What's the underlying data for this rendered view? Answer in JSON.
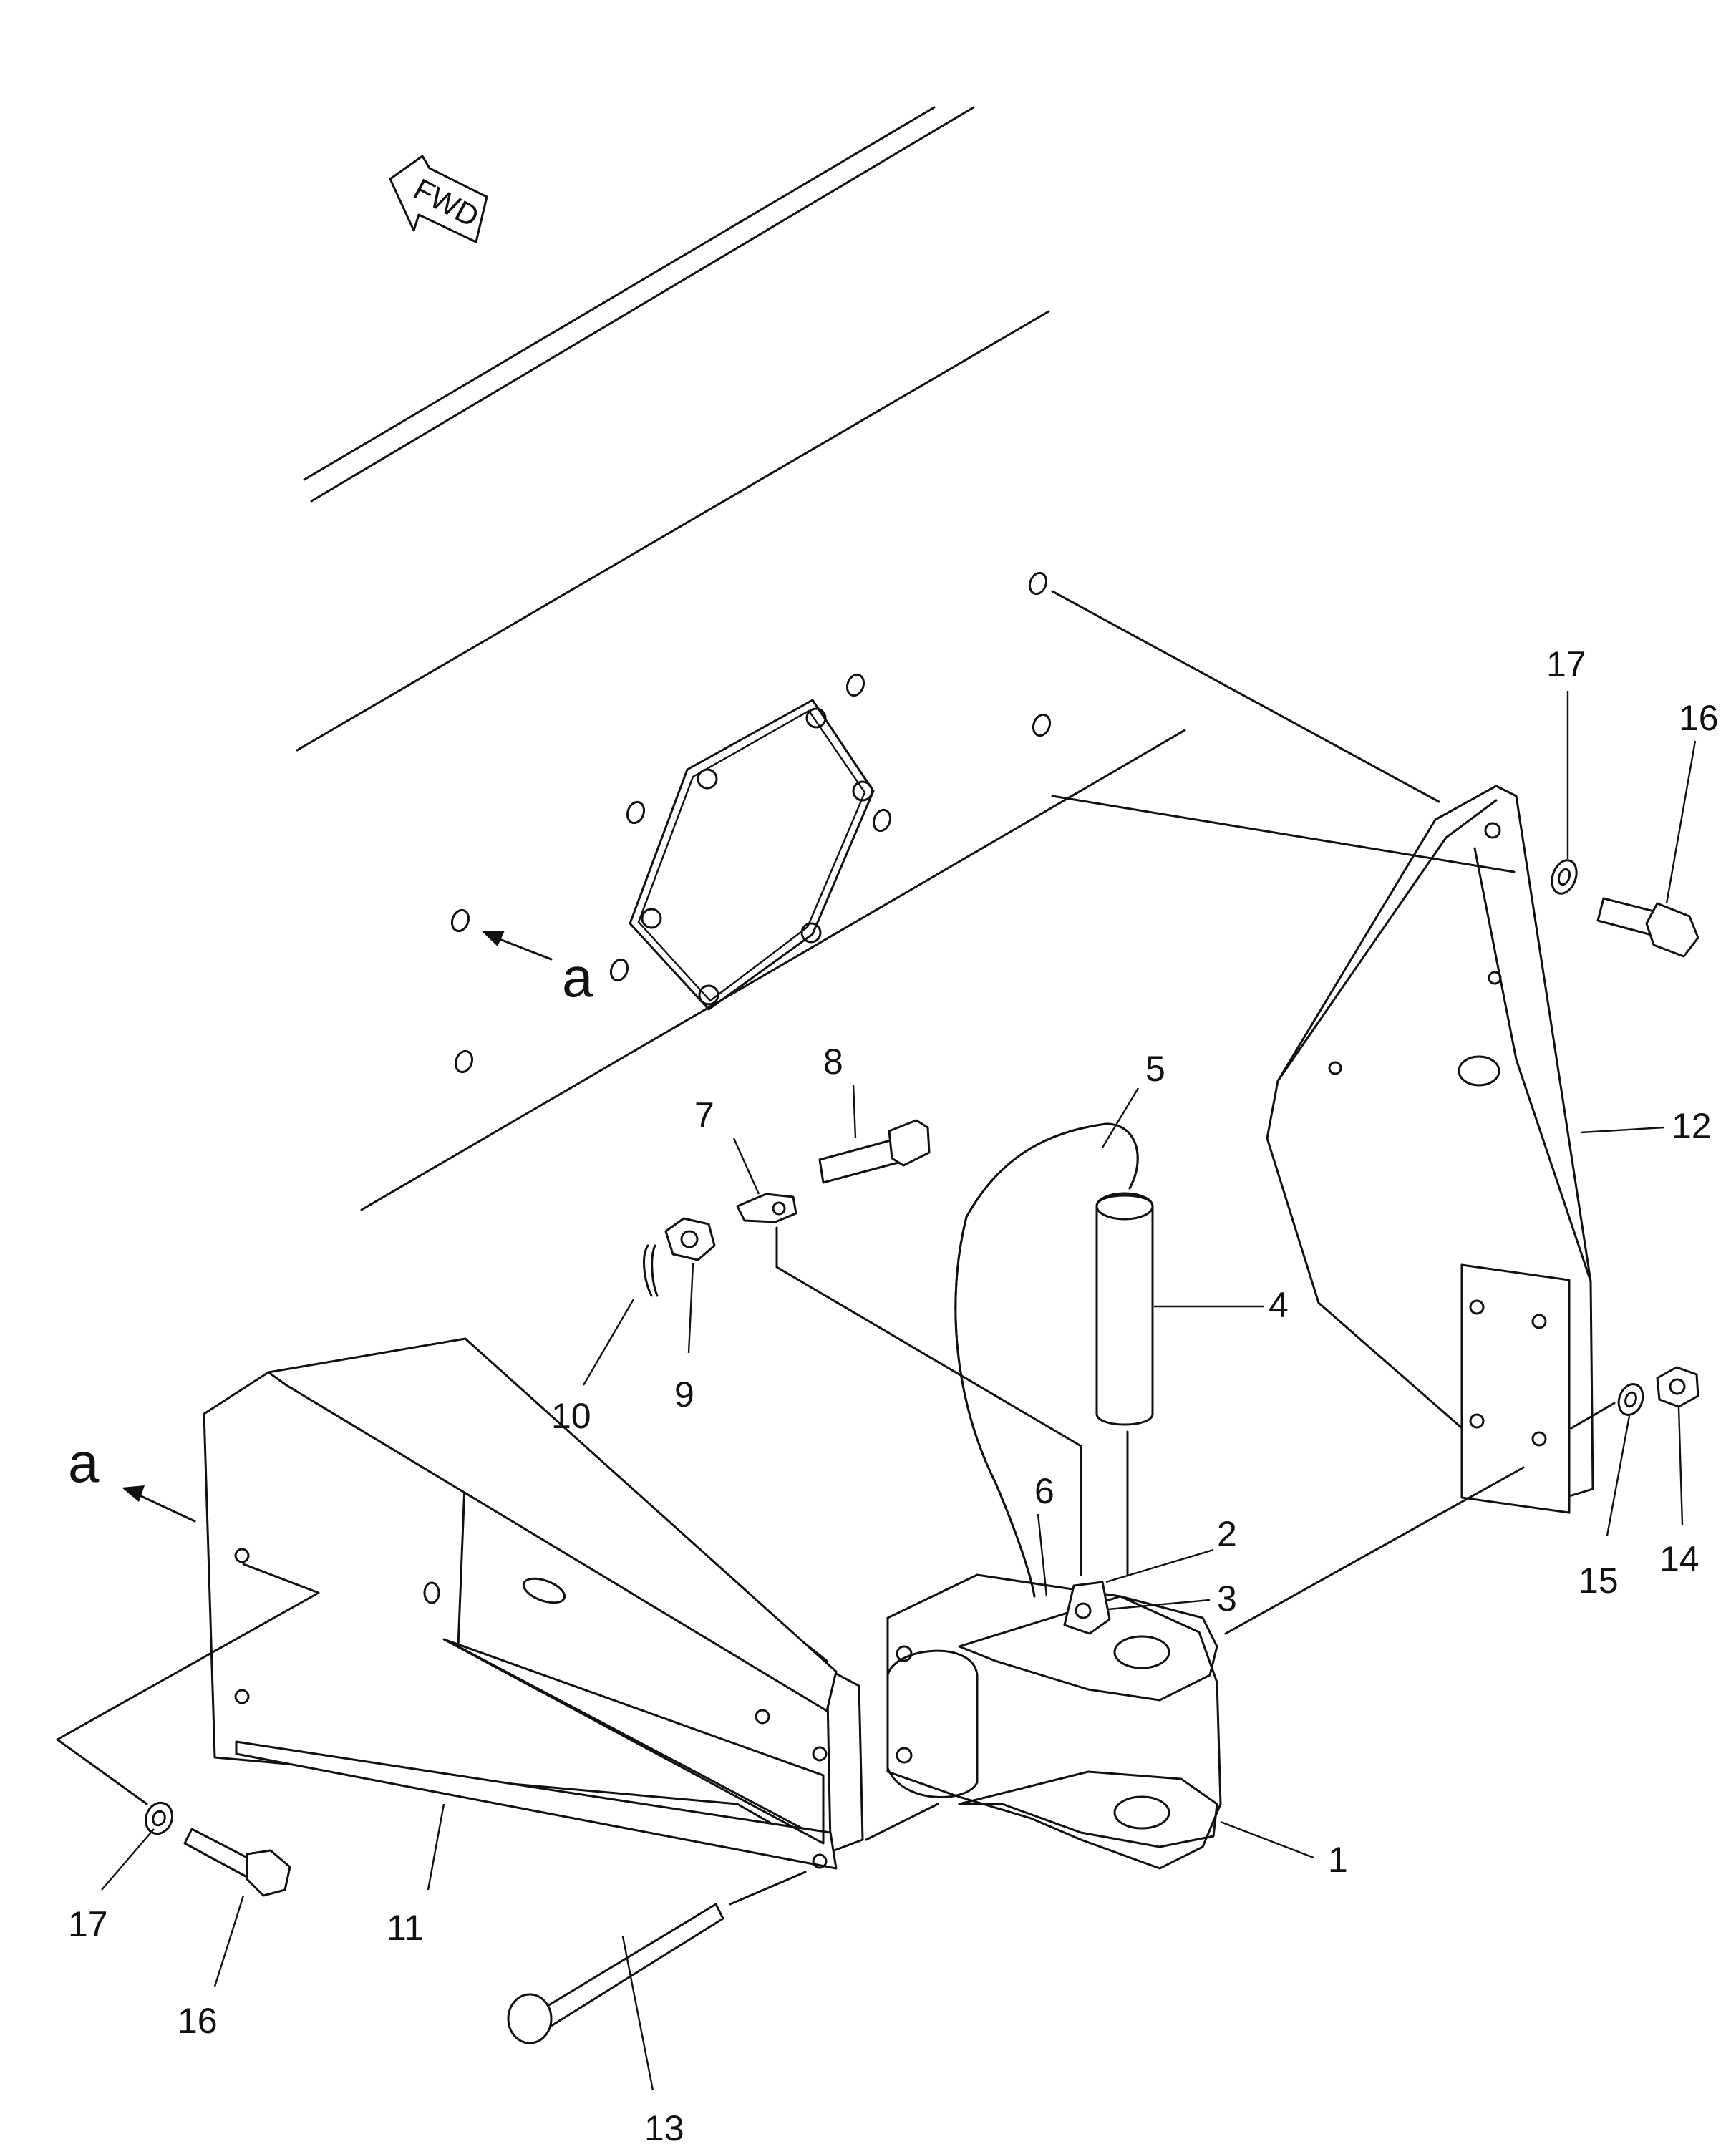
{
  "diagram": {
    "fwd_label": "FWD",
    "view_label": "a",
    "callouts": [
      {
        "id": "c1",
        "label": "1"
      },
      {
        "id": "c2",
        "label": "2"
      },
      {
        "id": "c3",
        "label": "3"
      },
      {
        "id": "c4",
        "label": "4"
      },
      {
        "id": "c5",
        "label": "5"
      },
      {
        "id": "c6",
        "label": "6"
      },
      {
        "id": "c7",
        "label": "7"
      },
      {
        "id": "c8",
        "label": "8"
      },
      {
        "id": "c9",
        "label": "9"
      },
      {
        "id": "c10",
        "label": "10"
      },
      {
        "id": "c11",
        "label": "11"
      },
      {
        "id": "c12",
        "label": "12"
      },
      {
        "id": "c13",
        "label": "13"
      },
      {
        "id": "c14",
        "label": "14"
      },
      {
        "id": "c15",
        "label": "15"
      },
      {
        "id": "c16a",
        "label": "16"
      },
      {
        "id": "c16b",
        "label": "16"
      },
      {
        "id": "c17a",
        "label": "17"
      },
      {
        "id": "c17b",
        "label": "17"
      }
    ]
  }
}
